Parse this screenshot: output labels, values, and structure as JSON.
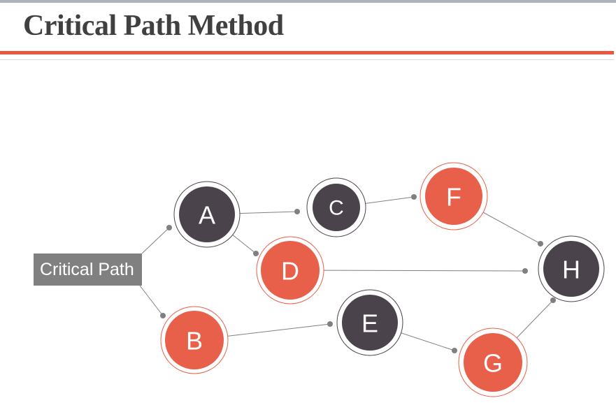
{
  "header": {
    "title": "Critical Path Method",
    "title_color": "#404040"
  },
  "accents": {
    "top_bar_color": "#AEB3BC",
    "divider_color": "#E8573E",
    "hairline_color": "#D9D9D9"
  },
  "diagram": {
    "label": {
      "text": "Critical Path",
      "bg": "#808080",
      "text_color": "#FFFFFF"
    },
    "node_colors": {
      "dark": "#4B434B",
      "orange": "#E8604A"
    },
    "node_text_color": "#FFFFFF",
    "connector_color": "#808080",
    "nodes": [
      {
        "id": "A",
        "label": "A",
        "variant": "dark"
      },
      {
        "id": "B",
        "label": "B",
        "variant": "orange"
      },
      {
        "id": "C",
        "label": "C",
        "variant": "dark"
      },
      {
        "id": "D",
        "label": "D",
        "variant": "orange"
      },
      {
        "id": "E",
        "label": "E",
        "variant": "dark"
      },
      {
        "id": "F",
        "label": "F",
        "variant": "orange"
      },
      {
        "id": "G",
        "label": "G",
        "variant": "orange"
      },
      {
        "id": "H",
        "label": "H",
        "variant": "dark"
      }
    ],
    "edges": [
      {
        "from": "start",
        "to": "A"
      },
      {
        "from": "start",
        "to": "B"
      },
      {
        "from": "A",
        "to": "C"
      },
      {
        "from": "A",
        "to": "D"
      },
      {
        "from": "C",
        "to": "F"
      },
      {
        "from": "F",
        "to": "H"
      },
      {
        "from": "D",
        "to": "H"
      },
      {
        "from": "B",
        "to": "E"
      },
      {
        "from": "E",
        "to": "G"
      },
      {
        "from": "G",
        "to": "H"
      }
    ]
  }
}
